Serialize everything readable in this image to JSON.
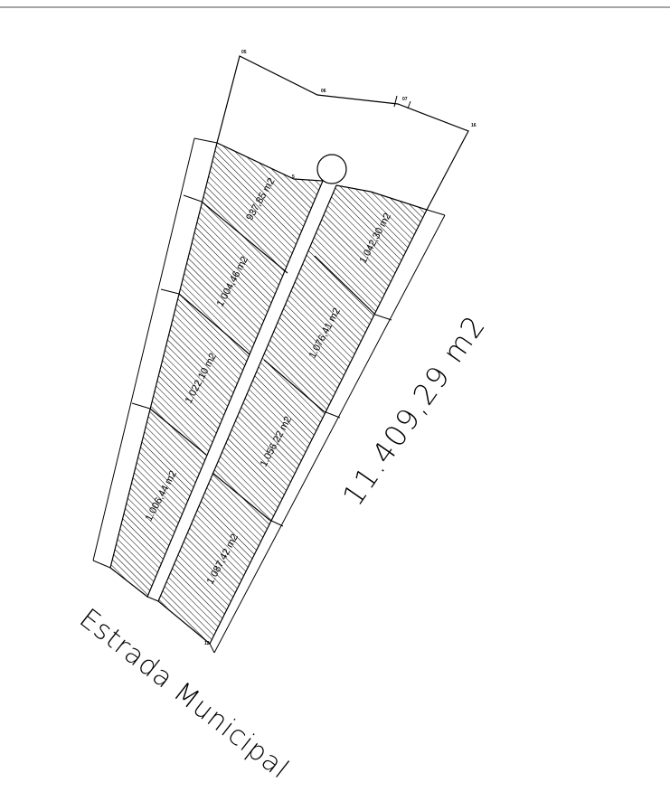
{
  "points": [
    "05",
    "06",
    "07",
    "16",
    "5",
    "12"
  ],
  "lots": [
    "937,85 m2",
    "1.004,46 m2",
    "1.022,10 m2",
    "1.006,44 m2",
    "1.042,30 m2",
    "1.076,41 m2",
    "1.056,22 m2",
    "1.087,42 m2"
  ],
  "total_area": "11.409,29 m2",
  "road_label": "Estrada Municipal"
}
